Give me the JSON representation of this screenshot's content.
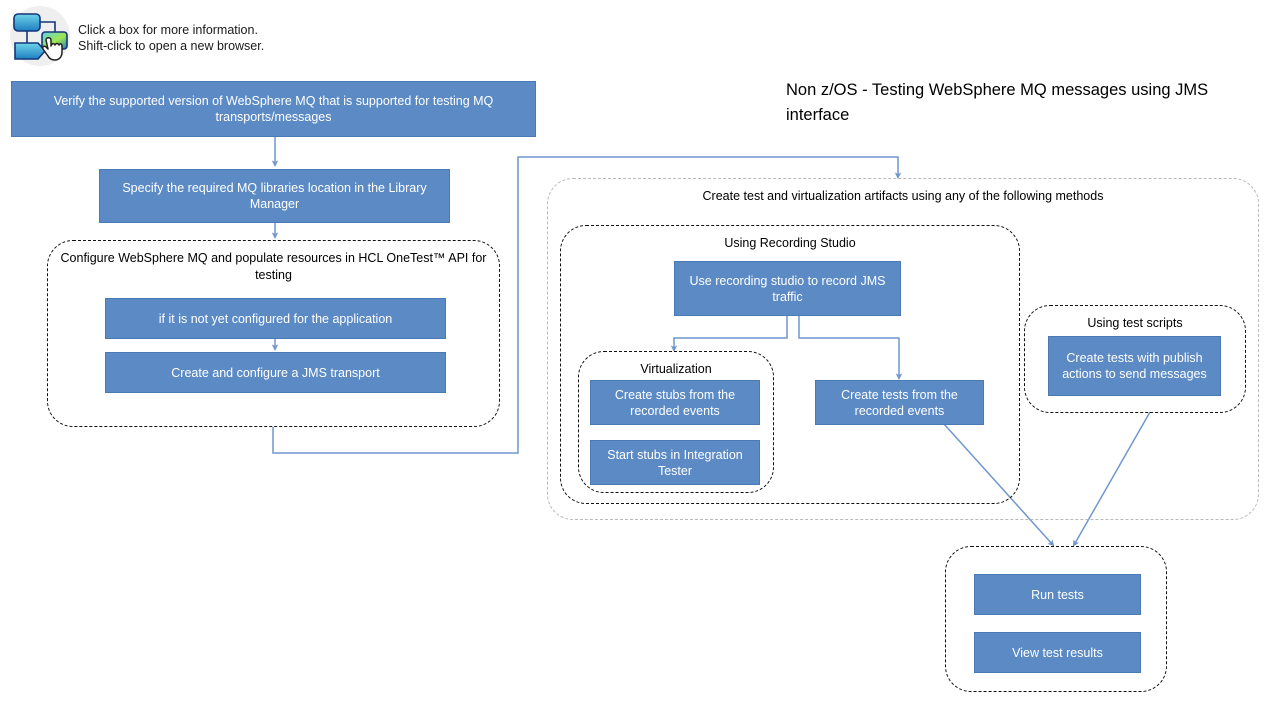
{
  "hint": {
    "icon": "flowchart-click-icon",
    "line1": "Click a box for more information.",
    "line2": "Shift-click to open a new browser."
  },
  "diagram": {
    "title": "Non z/OS - Testing WebSphere MQ messages using JMS interface",
    "colors": {
      "box_fill": "#5b8ac5",
      "box_border": "#4a7ab5",
      "box_text": "#ffffff",
      "connector": "#6f97ce",
      "group_border": "#111111",
      "group_border_soft": "#b9b9b9",
      "background": "#ffffff"
    },
    "boxes": {
      "verify_version": "Verify the supported version of WebSphere MQ that is supported for testing MQ transports/messages",
      "specify_libraries": "Specify the required MQ libraries location in the Library Manager",
      "not_configured": "if it is not yet configured for the application",
      "create_jms_transport": "Create and configure a JMS transport",
      "use_recording_studio": "Use recording studio to record JMS traffic",
      "create_stubs": "Create stubs from the recorded events",
      "start_stubs": "Start stubs in Integration Tester",
      "create_tests_recorded": "Create tests from the recorded events",
      "create_tests_publish": "Create tests with publish actions to send messages",
      "run_tests": "Run tests",
      "view_results": "View test results"
    },
    "groups": {
      "configure_mq": "Configure WebSphere MQ and populate resources in HCL OneTest™ API for testing",
      "create_artifacts": "Create test and virtualization artifacts using any of the following methods",
      "recording_studio": "Using Recording Studio",
      "virtualization": "Virtualization",
      "test_scripts": "Using test scripts",
      "results": ""
    }
  }
}
